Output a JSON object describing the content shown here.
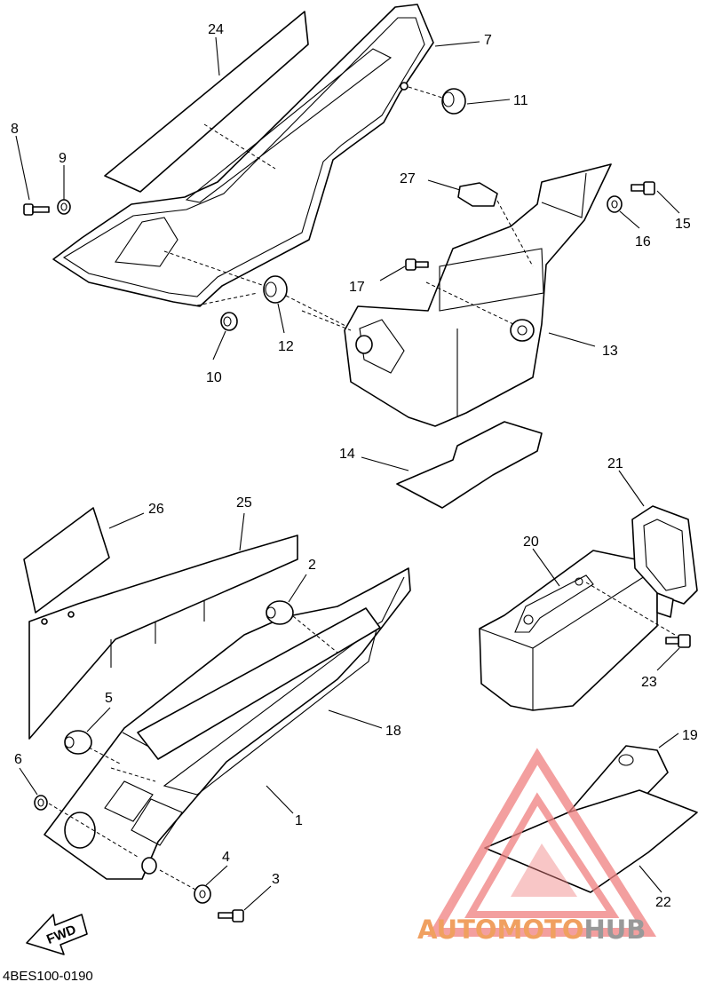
{
  "diagram_code": "4BES100-0190",
  "fwd_label": "FWD",
  "watermark": {
    "brand_part1": "AUTOMOTO",
    "brand_part2": "HUB",
    "color_primary": "#f08080",
    "color_secondary": "#999999",
    "icon": "triangle-logo-icon"
  },
  "callouts": {
    "c1": "1",
    "c2": "2",
    "c3": "3",
    "c4": "4",
    "c5": "5",
    "c6": "6",
    "c7": "7",
    "c8": "8",
    "c9": "9",
    "c10": "10",
    "c11": "11",
    "c12": "12",
    "c13": "13",
    "c14": "14",
    "c15": "15",
    "c16": "16",
    "c17": "17",
    "c18": "18",
    "c19": "19",
    "c20": "20",
    "c21": "21",
    "c22": "22",
    "c23": "23",
    "c24": "24",
    "c25": "25",
    "c26": "26",
    "c27": "27"
  }
}
